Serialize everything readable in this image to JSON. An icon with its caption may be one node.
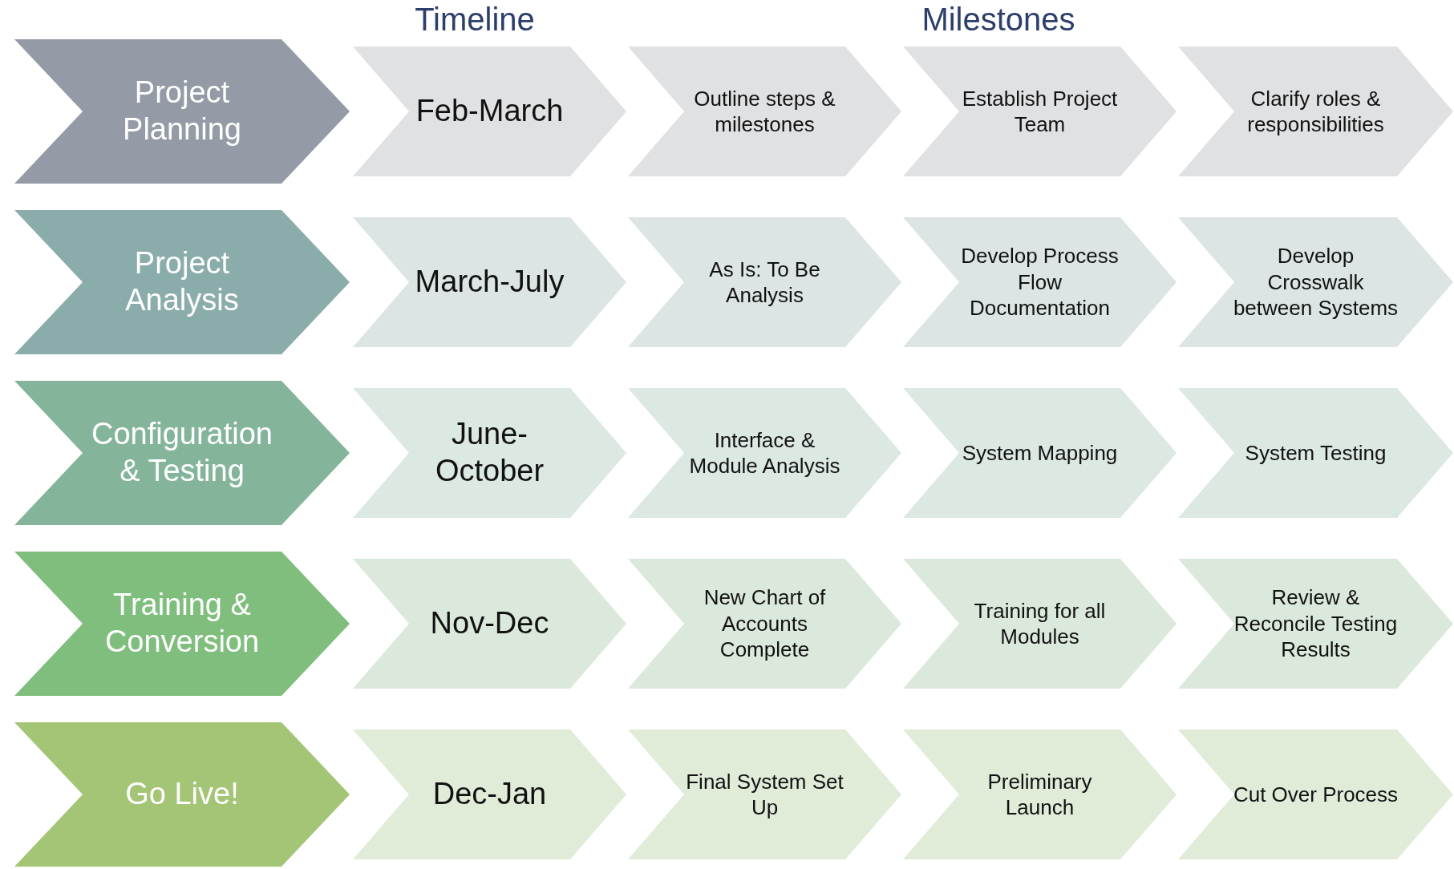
{
  "diagram": {
    "nodes": [
      {
        "text": [
          "Project Planning"
        ]
      },
      {
        "text": [
          "Feb-March"
        ]
      },
      {
        "text": [
          "Outline steps & milestones"
        ]
      },
      {
        "text": [
          "Establish Project Team"
        ]
      },
      {
        "text": [
          "Clarify roles & responsibilities"
        ]
      },
      {
        "text": [
          "Project Analysis"
        ]
      },
      {
        "text": [
          "March-July"
        ]
      },
      {
        "text": [
          "As Is: To Be Analysis"
        ]
      },
      {
        "text": [
          "Develop Process Flow Documentation"
        ]
      },
      {
        "text": [
          "Develop Crosswalk between Systems"
        ]
      },
      {
        "text": [
          "Configuration & Testing"
        ]
      },
      {
        "text": [
          "June-October"
        ]
      },
      {
        "text": [
          "Interface & Module Analysis"
        ]
      },
      {
        "text": [
          "System Mapping"
        ]
      },
      {
        "text": [
          "System Testing"
        ]
      },
      {
        "text": [
          "Training & Conversion"
        ]
      },
      {
        "text": [
          "Nov-Dec"
        ]
      },
      {
        "text": [
          "New Chart of Accounts Complete"
        ]
      },
      {
        "text": [
          "Training for all Modules"
        ]
      },
      {
        "text": [
          "Review & Reconcile Testing Results"
        ]
      },
      {
        "text": [
          "Go Live!"
        ]
      },
      {
        "text": [
          "Dec-Jan"
        ]
      },
      {
        "text": [
          "Final System Set Up"
        ]
      },
      {
        "text": [
          "Preliminary Launch"
        ]
      },
      {
        "text": [
          "Cut Over Process"
        ]
      }
    ],
    "labels": [
      "Timeline",
      "Milestones"
    ]
  }
}
